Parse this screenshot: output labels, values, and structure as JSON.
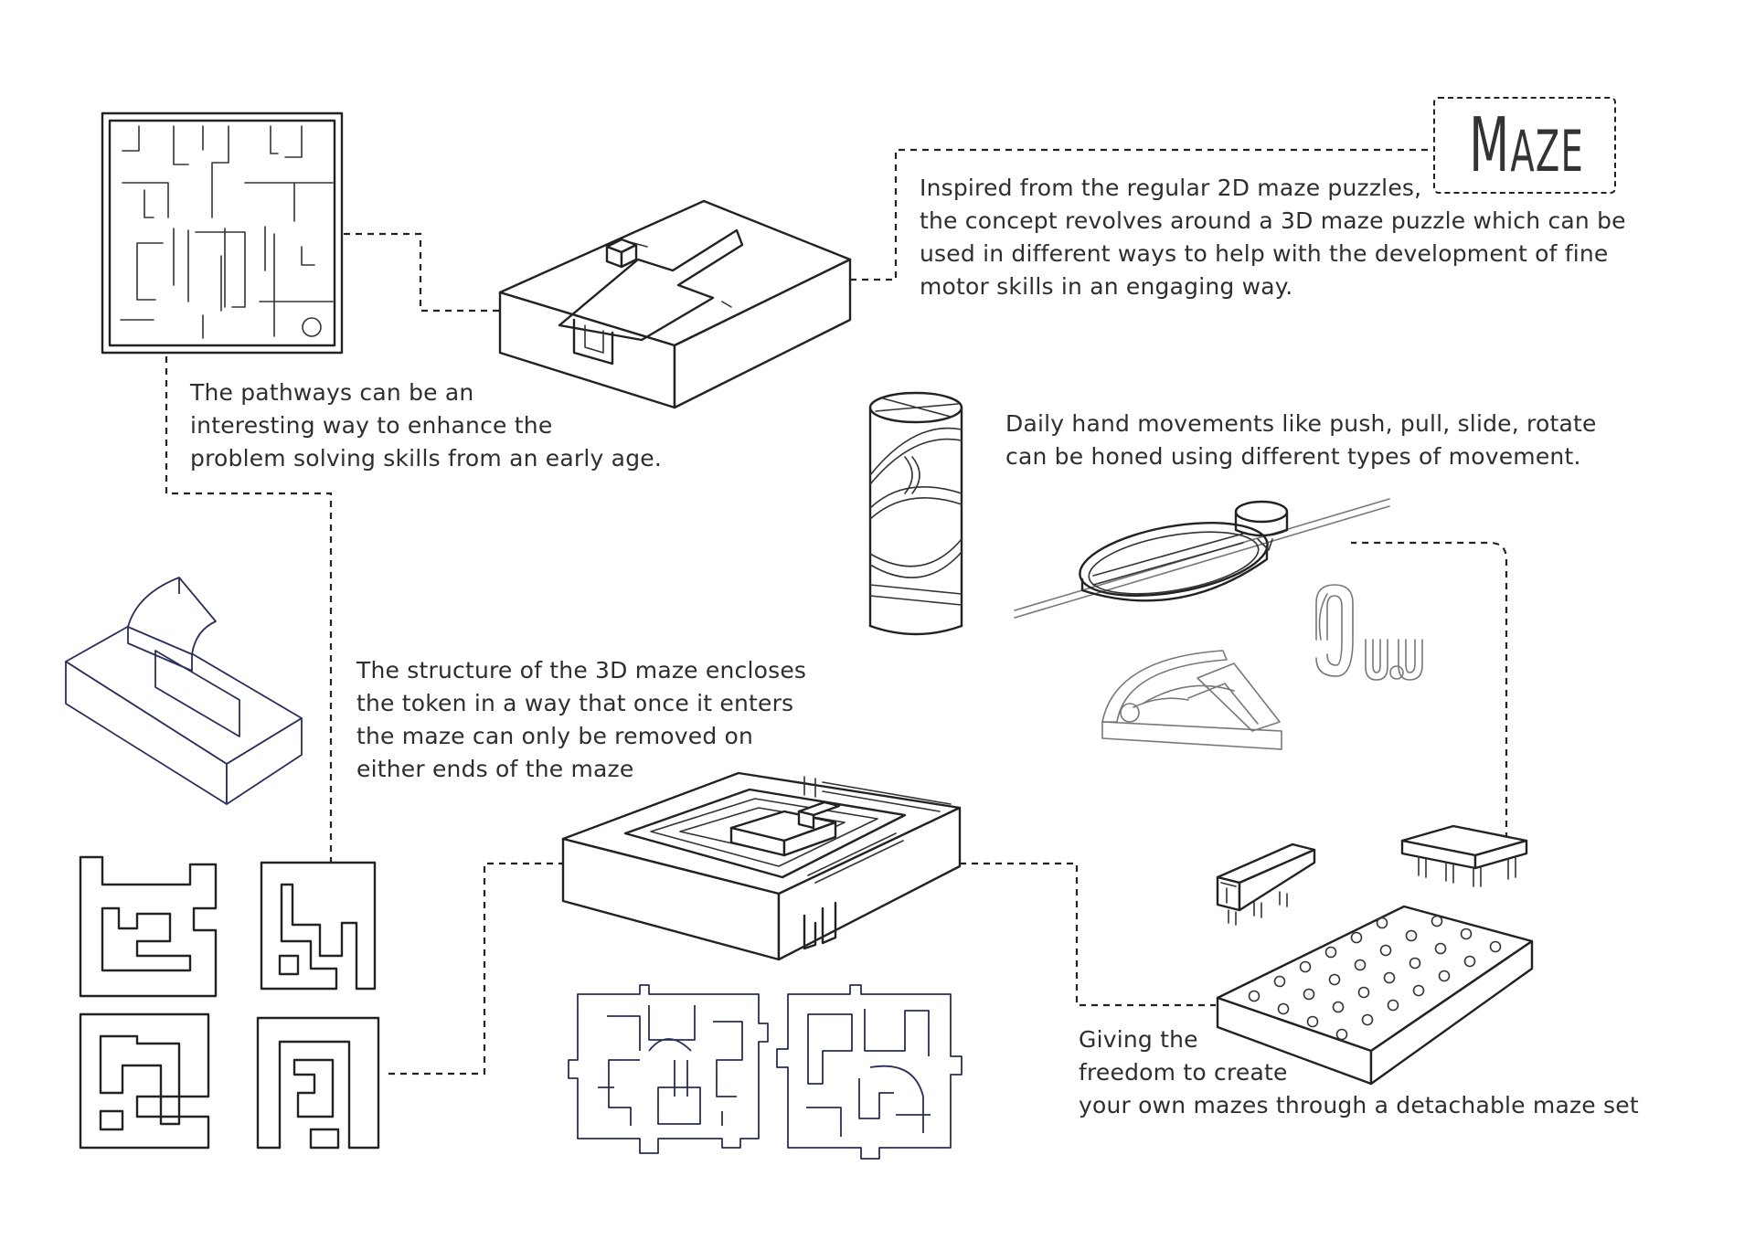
{
  "title": "Maze",
  "title_display": {
    "first": "M",
    "rest": "AZE"
  },
  "colors": {
    "ink": "#2b2b2b",
    "line": "#222222",
    "navy_line": "#2a2f5a",
    "background": "#ffffff"
  },
  "notes": {
    "concept": {
      "lines": [
        "Inspired from the regular 2D maze puzzles,",
        "the concept revolves around a 3D maze puzzle which can be",
        "used in different ways to help with the development of fine",
        "motor skills in an engaging way."
      ]
    },
    "pathways": {
      "lines": [
        "The pathways can be an",
        "interesting way to enhance the",
        "problem solving skills from an early age."
      ]
    },
    "movements": {
      "lines": [
        "Daily hand movements like push, pull, slide, rotate",
        "can be honed using different types of movement."
      ]
    },
    "structure": {
      "lines": [
        "The structure of the 3D maze encloses",
        "the token in a way that once it enters",
        "the maze can only be removed on",
        "either ends of the maze"
      ]
    },
    "freedom": {
      "lines": [
        "Giving the",
        "freedom to create",
        "your own mazes through a detachable maze set"
      ]
    }
  }
}
